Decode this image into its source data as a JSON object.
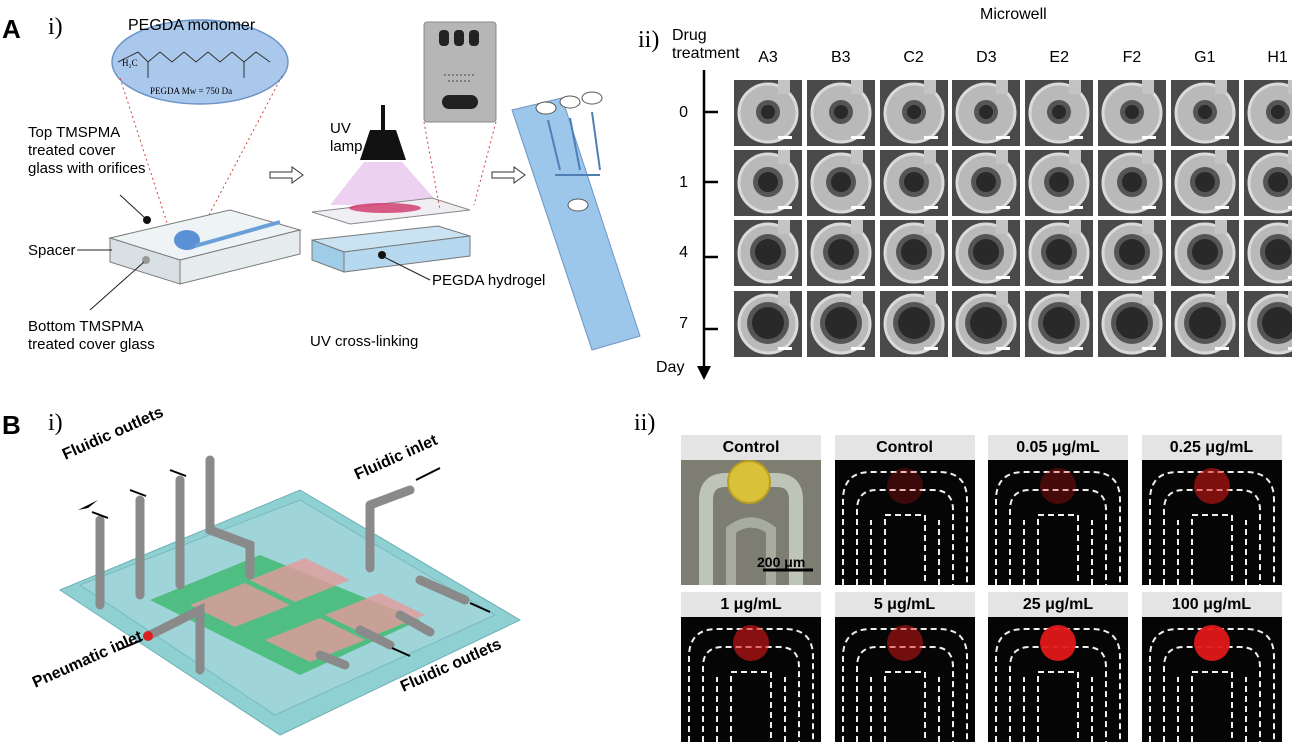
{
  "panelA": {
    "letter": "A",
    "sub_i": "i)",
    "monomer_title": "PEGDA monomer",
    "formula_left": "H₂C",
    "formula_mw": "PEGDA Mw = 750 Da",
    "top_glass_label": "Top TMSPMA\ntreated cover\nglass with orifices",
    "spacer_label": "Spacer",
    "bottom_glass_label": "Bottom TMSPMA\ntreated cover glass",
    "uv_lamp_label": "UV\nlamp",
    "hydrogel_label": "PEGDA hydrogel",
    "crosslink_label": "UV cross-linking",
    "sub_ii": "ii)",
    "drug_label": "Drug\ntreatment",
    "microwell_label": "Microwell",
    "columns": [
      "A3",
      "B3",
      "C2",
      "D3",
      "E2",
      "F2",
      "G1",
      "H1"
    ],
    "days": [
      "0",
      "1",
      "4",
      "7"
    ],
    "day_axis_label": "Day"
  },
  "panelB": {
    "letter": "B",
    "sub_i": "i)",
    "fluidic_outlets_top": "Fluidic outlets",
    "fluidic_inlet": "Fluidic inlet",
    "pneumatic_inlet": "Pneumatic inlet",
    "fluidic_outlets_bottom": "Fluidic outlets",
    "sub_ii": "ii)",
    "fluor_panels": [
      {
        "label": "Control",
        "brightfield": true,
        "intensity": 0
      },
      {
        "label": "Control",
        "brightfield": false,
        "intensity": 0.25
      },
      {
        "label": "0.05 μg/mL",
        "brightfield": false,
        "intensity": 0.3
      },
      {
        "label": "0.25 μg/mL",
        "brightfield": false,
        "intensity": 0.55
      },
      {
        "label": "1 μg/mL",
        "brightfield": false,
        "intensity": 0.6
      },
      {
        "label": "5 μg/mL",
        "brightfield": false,
        "intensity": 0.5
      },
      {
        "label": "25 μg/mL",
        "brightfield": false,
        "intensity": 0.95
      },
      {
        "label": "100 μg/mL",
        "brightfield": false,
        "intensity": 0.95
      }
    ],
    "scale_bar": "200 μm"
  },
  "colors": {
    "chip_green": "#2fbf63",
    "chip_glass": "#9fd4d8",
    "fluor_red": "#e01818",
    "spheroid_yellow": "#d9c23a"
  }
}
